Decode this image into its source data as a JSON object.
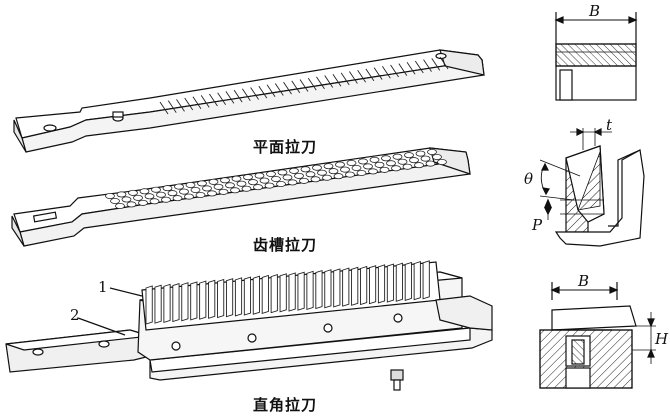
{
  "captions": {
    "flat": "平面拉刀",
    "groove": "齿槽拉刀",
    "right_angle": "直角拉刀"
  },
  "callouts": {
    "one": "1",
    "two": "2"
  },
  "dimensions": {
    "width_top": "B",
    "width_bottom": "B",
    "pitch_t": "t",
    "angle": "θ",
    "pitch_p": "P",
    "height": "H"
  }
}
